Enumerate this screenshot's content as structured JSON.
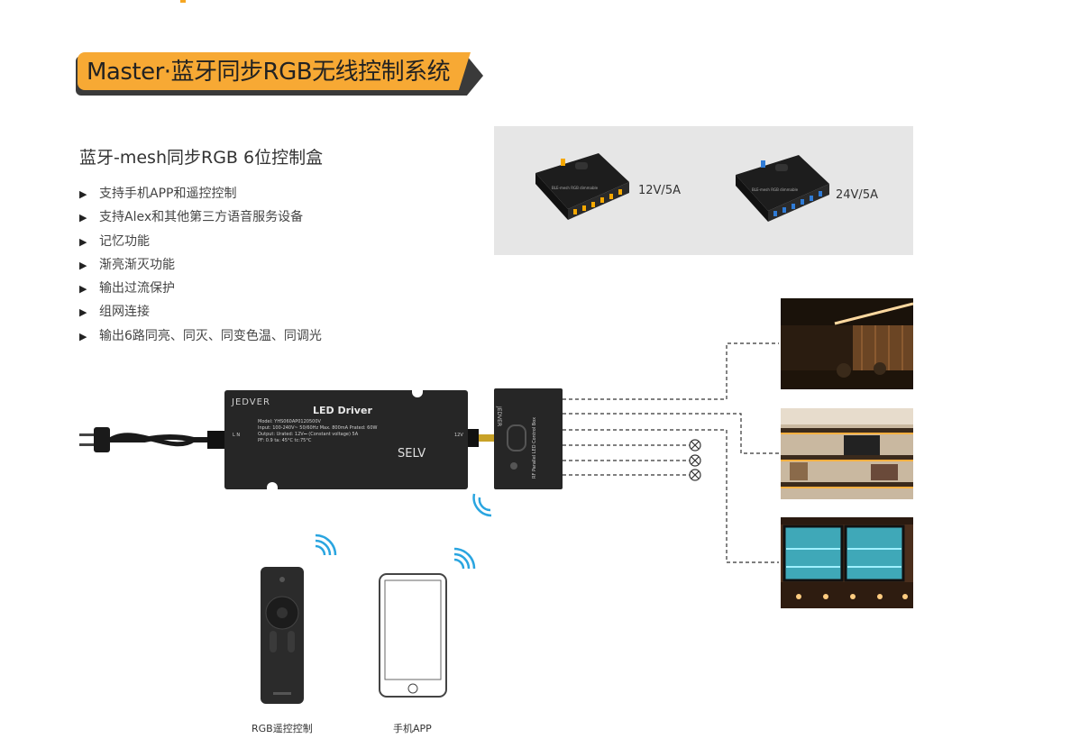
{
  "banner": {
    "title": "Master·蓝牙同步RGB无线控制系统"
  },
  "subtitle": "蓝牙-mesh同步RGB 6位控制盒",
  "features": [
    "支持手机APP和遥控控制",
    "支持Alex和其他第三方语音服务设备",
    "记忆功能",
    "渐亮渐灭功能",
    "输出过流保护",
    "组网连接",
    "输出6路同亮、同灭、同变色温、同调光"
  ],
  "products": [
    {
      "rating": "12V/5A",
      "accent": "#f5a800"
    },
    {
      "rating": "24V/5A",
      "accent": "#2f7bd6"
    }
  ],
  "driver": {
    "brand": "JEDVER",
    "title": "LED Driver",
    "spec_lines": [
      "Model: YHS060AP0120500V",
      "Input: 100-240V~ 50/60Hz Max. 800mA  Prated: 60W",
      "Output: Urated:  12V⎓  (Constant voltage)  5A",
      "PF: 0.9  ta: 45°C  tc:75°C"
    ],
    "selv": "SELV",
    "left_label": "L N",
    "right_label": "12V"
  },
  "control_box": {
    "brand": "JEDVER",
    "label": "RF Parallel LED Control Box"
  },
  "captions": {
    "remote": "RGB遥控控制",
    "phone": "手机APP"
  },
  "colors": {
    "banner": "#f7a934",
    "banner_shadow": "#3a3a3a",
    "wifi": "#2aa5e0"
  }
}
